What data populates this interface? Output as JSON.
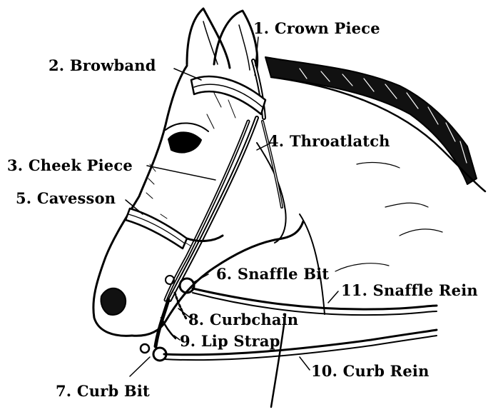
{
  "diagram": {
    "subject": "Horse head with double bridle",
    "labels": [
      {
        "id": "crown-piece",
        "text": "1. Crown Piece"
      },
      {
        "id": "browband",
        "text": "2. Browband"
      },
      {
        "id": "cheek-piece",
        "text": "3. Cheek Piece"
      },
      {
        "id": "throatlatch",
        "text": "4. Throatlatch"
      },
      {
        "id": "cavesson",
        "text": "5. Cavesson"
      },
      {
        "id": "snaffle-bit",
        "text": "6. Snaffle Bit"
      },
      {
        "id": "curb-bit",
        "text": "7. Curb Bit"
      },
      {
        "id": "curbchain",
        "text": "8. Curbchain"
      },
      {
        "id": "lip-strap",
        "text": "9. Lip Strap"
      },
      {
        "id": "curb-rein",
        "text": "10. Curb Rein"
      },
      {
        "id": "snaffle-rein",
        "text": "11. Snaffle Rein"
      }
    ],
    "colors": {
      "ink": "#000000",
      "paper": "#ffffff"
    }
  }
}
